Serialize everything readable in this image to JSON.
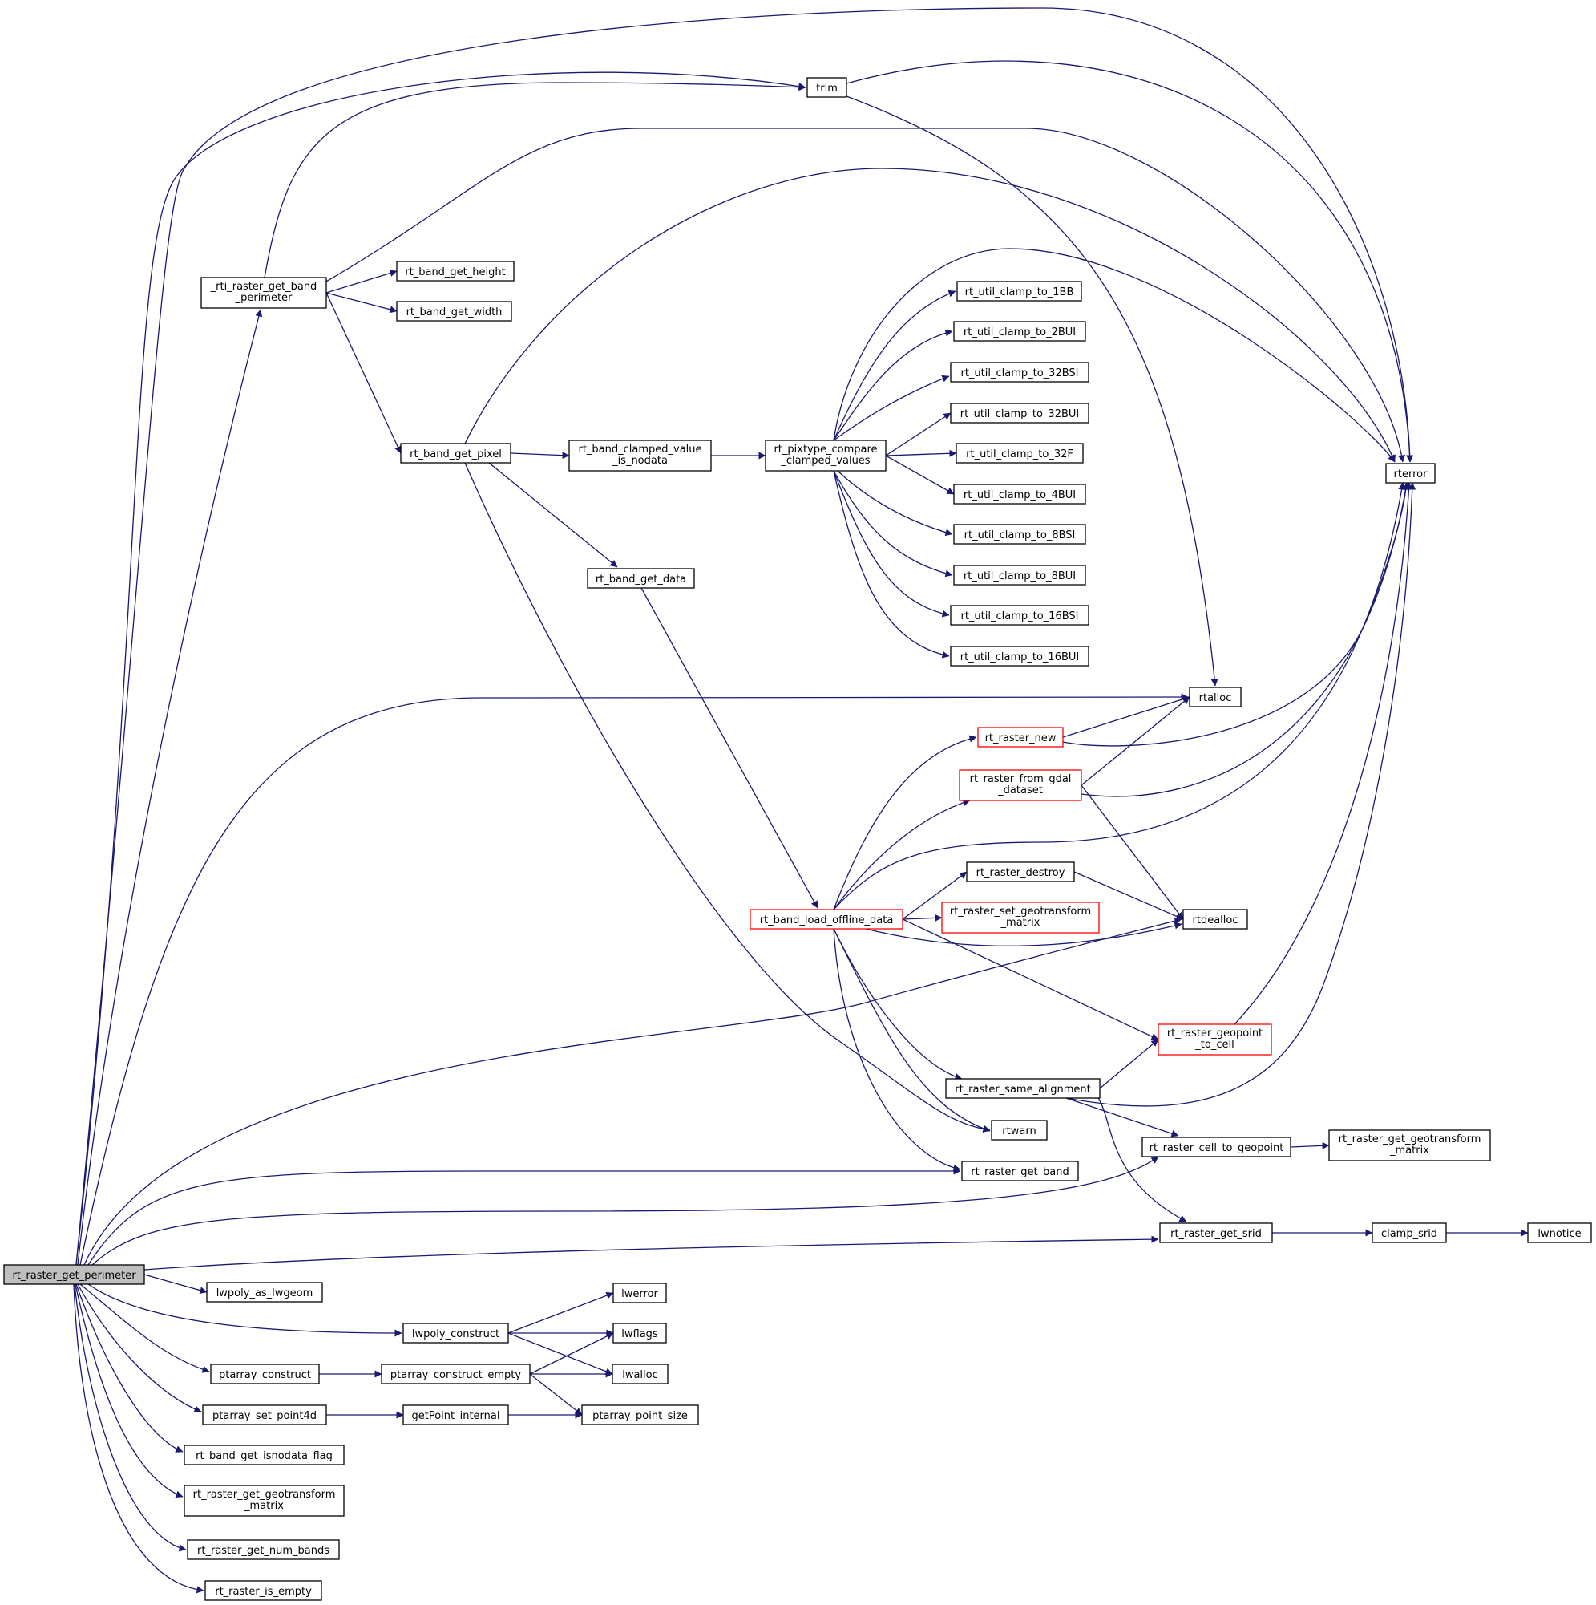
{
  "nodes": [
    {
      "id": "rt_raster_get_perimeter",
      "lines": [
        "rt_raster_get_perimeter"
      ],
      "style": "root"
    },
    {
      "id": "trim",
      "lines": [
        "trim"
      ]
    },
    {
      "id": "rterror",
      "lines": [
        "rterror"
      ]
    },
    {
      "id": "rti_raster_get_band_perimeter",
      "lines": [
        "_rti_raster_get_band",
        "_perimeter"
      ]
    },
    {
      "id": "rt_band_get_height",
      "lines": [
        "rt_band_get_height"
      ]
    },
    {
      "id": "rt_band_get_width",
      "lines": [
        "rt_band_get_width"
      ]
    },
    {
      "id": "rt_band_get_pixel",
      "lines": [
        "rt_band_get_pixel"
      ]
    },
    {
      "id": "rt_band_clamped_value_is_nodata",
      "lines": [
        "rt_band_clamped_value",
        "_is_nodata"
      ]
    },
    {
      "id": "rt_pixtype_compare_clamped_values",
      "lines": [
        "rt_pixtype_compare",
        "_clamped_values"
      ]
    },
    {
      "id": "clamp_1BB",
      "lines": [
        "rt_util_clamp_to_1BB"
      ]
    },
    {
      "id": "clamp_2BUI",
      "lines": [
        "rt_util_clamp_to_2BUI"
      ]
    },
    {
      "id": "clamp_32BSI",
      "lines": [
        "rt_util_clamp_to_32BSI"
      ]
    },
    {
      "id": "clamp_32BUI",
      "lines": [
        "rt_util_clamp_to_32BUI"
      ]
    },
    {
      "id": "clamp_32F",
      "lines": [
        "rt_util_clamp_to_32F"
      ]
    },
    {
      "id": "clamp_4BUI",
      "lines": [
        "rt_util_clamp_to_4BUI"
      ]
    },
    {
      "id": "clamp_8BSI",
      "lines": [
        "rt_util_clamp_to_8BSI"
      ]
    },
    {
      "id": "clamp_8BUI",
      "lines": [
        "rt_util_clamp_to_8BUI"
      ]
    },
    {
      "id": "clamp_16BSI",
      "lines": [
        "rt_util_clamp_to_16BSI"
      ]
    },
    {
      "id": "clamp_16BUI",
      "lines": [
        "rt_util_clamp_to_16BUI"
      ]
    },
    {
      "id": "rt_band_get_data",
      "lines": [
        "rt_band_get_data"
      ]
    },
    {
      "id": "rtalloc",
      "lines": [
        "rtalloc"
      ]
    },
    {
      "id": "rt_raster_new",
      "lines": [
        "rt_raster_new"
      ],
      "style": "red"
    },
    {
      "id": "rt_raster_from_gdal_dataset",
      "lines": [
        "rt_raster_from_gdal",
        "_dataset"
      ],
      "style": "red"
    },
    {
      "id": "rt_raster_destroy",
      "lines": [
        "rt_raster_destroy"
      ]
    },
    {
      "id": "rt_band_load_offline_data",
      "lines": [
        "rt_band_load_offline_data"
      ],
      "style": "red"
    },
    {
      "id": "rt_raster_set_geotransform_matrix",
      "lines": [
        "rt_raster_set_geotransform",
        "_matrix"
      ],
      "style": "red"
    },
    {
      "id": "rtdealloc",
      "lines": [
        "rtdealloc"
      ]
    },
    {
      "id": "rt_raster_geopoint_to_cell",
      "lines": [
        "rt_raster_geopoint",
        "_to_cell"
      ],
      "style": "red"
    },
    {
      "id": "rt_raster_same_alignment",
      "lines": [
        "rt_raster_same_alignment"
      ]
    },
    {
      "id": "rtwarn",
      "lines": [
        "rtwarn"
      ]
    },
    {
      "id": "rt_raster_cell_to_geopoint",
      "lines": [
        "rt_raster_cell_to_geopoint"
      ]
    },
    {
      "id": "rt_raster_get_geotransform_matrix_r",
      "lines": [
        "rt_raster_get_geotransform",
        "_matrix"
      ]
    },
    {
      "id": "rt_raster_get_band",
      "lines": [
        "rt_raster_get_band"
      ]
    },
    {
      "id": "rt_raster_get_srid",
      "lines": [
        "rt_raster_get_srid"
      ]
    },
    {
      "id": "clamp_srid",
      "lines": [
        "clamp_srid"
      ]
    },
    {
      "id": "lwnotice",
      "lines": [
        "lwnotice"
      ]
    },
    {
      "id": "lwpoly_as_lwgeom",
      "lines": [
        "lwpoly_as_lwgeom"
      ]
    },
    {
      "id": "lwerror",
      "lines": [
        "lwerror"
      ]
    },
    {
      "id": "lwpoly_construct",
      "lines": [
        "lwpoly_construct"
      ]
    },
    {
      "id": "lwflags",
      "lines": [
        "lwflags"
      ]
    },
    {
      "id": "ptarray_construct",
      "lines": [
        "ptarray_construct"
      ]
    },
    {
      "id": "ptarray_construct_empty",
      "lines": [
        "ptarray_construct_empty"
      ]
    },
    {
      "id": "lwalloc",
      "lines": [
        "lwalloc"
      ]
    },
    {
      "id": "ptarray_set_point4d",
      "lines": [
        "ptarray_set_point4d"
      ]
    },
    {
      "id": "getPoint_internal",
      "lines": [
        "getPoint_internal"
      ]
    },
    {
      "id": "ptarray_point_size",
      "lines": [
        "ptarray_point_size"
      ]
    },
    {
      "id": "rt_band_get_isnodata_flag",
      "lines": [
        "rt_band_get_isnodata_flag"
      ]
    },
    {
      "id": "rt_raster_get_geotransform_matrix_l",
      "lines": [
        "rt_raster_get_geotransform",
        "_matrix"
      ]
    },
    {
      "id": "rt_raster_get_num_bands",
      "lines": [
        "rt_raster_get_num_bands"
      ]
    },
    {
      "id": "rt_raster_is_empty",
      "lines": [
        "rt_raster_is_empty"
      ]
    }
  ],
  "edges": [
    [
      "rt_raster_get_perimeter",
      "trim"
    ],
    [
      "rt_raster_get_perimeter",
      "rterror"
    ],
    [
      "rt_raster_get_perimeter",
      "rti_raster_get_band_perimeter"
    ],
    [
      "rt_raster_get_perimeter",
      "rtalloc"
    ],
    [
      "rt_raster_get_perimeter",
      "rtdealloc"
    ],
    [
      "rt_raster_get_perimeter",
      "rt_raster_get_band"
    ],
    [
      "rt_raster_get_perimeter",
      "rt_raster_cell_to_geopoint"
    ],
    [
      "rt_raster_get_perimeter",
      "rt_raster_get_srid"
    ],
    [
      "rt_raster_get_perimeter",
      "lwpoly_as_lwgeom"
    ],
    [
      "rt_raster_get_perimeter",
      "lwpoly_construct"
    ],
    [
      "rt_raster_get_perimeter",
      "ptarray_construct"
    ],
    [
      "rt_raster_get_perimeter",
      "ptarray_set_point4d"
    ],
    [
      "rt_raster_get_perimeter",
      "rt_band_get_isnodata_flag"
    ],
    [
      "rt_raster_get_perimeter",
      "rt_raster_get_geotransform_matrix_l"
    ],
    [
      "rt_raster_get_perimeter",
      "rt_raster_get_num_bands"
    ],
    [
      "rt_raster_get_perimeter",
      "rt_raster_is_empty"
    ],
    [
      "trim",
      "rterror"
    ],
    [
      "trim",
      "rtalloc"
    ],
    [
      "rti_raster_get_band_perimeter",
      "trim"
    ],
    [
      "rti_raster_get_band_perimeter",
      "rterror"
    ],
    [
      "rti_raster_get_band_perimeter",
      "rt_band_get_height"
    ],
    [
      "rti_raster_get_band_perimeter",
      "rt_band_get_width"
    ],
    [
      "rti_raster_get_band_perimeter",
      "rt_band_get_pixel"
    ],
    [
      "rt_band_get_pixel",
      "rterror"
    ],
    [
      "rt_band_get_pixel",
      "rt_band_clamped_value_is_nodata"
    ],
    [
      "rt_band_get_pixel",
      "rt_band_get_data"
    ],
    [
      "rt_band_get_pixel",
      "rtwarn"
    ],
    [
      "rt_band_clamped_value_is_nodata",
      "rt_pixtype_compare_clamped_values"
    ],
    [
      "rt_pixtype_compare_clamped_values",
      "rterror"
    ],
    [
      "rt_pixtype_compare_clamped_values",
      "clamp_1BB"
    ],
    [
      "rt_pixtype_compare_clamped_values",
      "clamp_2BUI"
    ],
    [
      "rt_pixtype_compare_clamped_values",
      "clamp_32BSI"
    ],
    [
      "rt_pixtype_compare_clamped_values",
      "clamp_32BUI"
    ],
    [
      "rt_pixtype_compare_clamped_values",
      "clamp_32F"
    ],
    [
      "rt_pixtype_compare_clamped_values",
      "clamp_4BUI"
    ],
    [
      "rt_pixtype_compare_clamped_values",
      "clamp_8BSI"
    ],
    [
      "rt_pixtype_compare_clamped_values",
      "clamp_8BUI"
    ],
    [
      "rt_pixtype_compare_clamped_values",
      "clamp_16BSI"
    ],
    [
      "rt_pixtype_compare_clamped_values",
      "clamp_16BUI"
    ],
    [
      "rt_band_get_data",
      "rt_band_load_offline_data"
    ],
    [
      "rt_band_load_offline_data",
      "rterror"
    ],
    [
      "rt_band_load_offline_data",
      "rt_raster_new"
    ],
    [
      "rt_band_load_offline_data",
      "rt_raster_from_gdal_dataset"
    ],
    [
      "rt_band_load_offline_data",
      "rt_raster_destroy"
    ],
    [
      "rt_band_load_offline_data",
      "rt_raster_set_geotransform_matrix"
    ],
    [
      "rt_band_load_offline_data",
      "rtdealloc"
    ],
    [
      "rt_band_load_offline_data",
      "rt_raster_geopoint_to_cell"
    ],
    [
      "rt_band_load_offline_data",
      "rt_raster_same_alignment"
    ],
    [
      "rt_band_load_offline_data",
      "rtwarn"
    ],
    [
      "rt_band_load_offline_data",
      "rt_raster_get_band"
    ],
    [
      "rt_raster_new",
      "rtalloc"
    ],
    [
      "rt_raster_new",
      "rterror"
    ],
    [
      "rt_raster_from_gdal_dataset",
      "rtalloc"
    ],
    [
      "rt_raster_from_gdal_dataset",
      "rterror"
    ],
    [
      "rt_raster_from_gdal_dataset",
      "rtdealloc"
    ],
    [
      "rt_raster_destroy",
      "rtdealloc"
    ],
    [
      "rt_raster_geopoint_to_cell",
      "rterror"
    ],
    [
      "rt_raster_same_alignment",
      "rterror"
    ],
    [
      "rt_raster_same_alignment",
      "rt_raster_geopoint_to_cell"
    ],
    [
      "rt_raster_same_alignment",
      "rt_raster_cell_to_geopoint"
    ],
    [
      "rt_raster_same_alignment",
      "rt_raster_get_srid"
    ],
    [
      "rt_raster_cell_to_geopoint",
      "rt_raster_get_geotransform_matrix_r"
    ],
    [
      "rt_raster_get_srid",
      "clamp_srid"
    ],
    [
      "clamp_srid",
      "lwnotice"
    ],
    [
      "lwpoly_construct",
      "lwerror"
    ],
    [
      "lwpoly_construct",
      "lwflags"
    ],
    [
      "lwpoly_construct",
      "lwalloc"
    ],
    [
      "ptarray_construct",
      "ptarray_construct_empty"
    ],
    [
      "ptarray_construct_empty",
      "lwflags"
    ],
    [
      "ptarray_construct_empty",
      "lwalloc"
    ],
    [
      "ptarray_construct_empty",
      "ptarray_point_size"
    ],
    [
      "ptarray_set_point4d",
      "getPoint_internal"
    ],
    [
      "getPoint_internal",
      "ptarray_point_size"
    ]
  ]
}
